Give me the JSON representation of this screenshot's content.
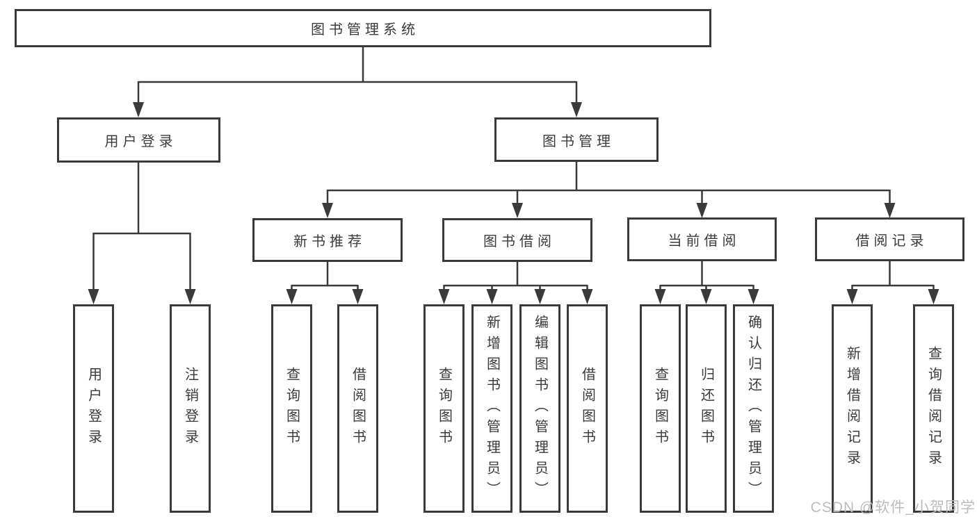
{
  "diagram": {
    "root": {
      "label": "图书管理系统"
    },
    "level1": {
      "user_login": {
        "label": "用户登录"
      },
      "book_management": {
        "label": "图书管理"
      }
    },
    "level2": {
      "new_book_recommend": {
        "label": "新书推荐"
      },
      "book_borrow": {
        "label": "图书借阅"
      },
      "current_borrow": {
        "label": "当前借阅"
      },
      "borrow_records": {
        "label": "借阅记录"
      }
    },
    "level3": {
      "user_login_login": {
        "label": "用户登录"
      },
      "user_login_logout": {
        "label": "注销登录"
      },
      "recommend_query_books": {
        "label": "查询图书"
      },
      "recommend_borrow_books": {
        "label": "借阅图书"
      },
      "borrow_query_books": {
        "label": "查询图书"
      },
      "borrow_add_books": {
        "label": "新增图书（管理员）"
      },
      "borrow_edit_books": {
        "label": "编辑图书（管理员）"
      },
      "borrow_borrow_books": {
        "label": "借阅图书"
      },
      "current_query_books": {
        "label": "查询图书"
      },
      "current_return_books": {
        "label": "归还图书"
      },
      "current_confirm_return": {
        "label": "确认归还（管理员）"
      },
      "records_add_record": {
        "label": "新增借阅记录"
      },
      "records_query_record": {
        "label": "查询借阅记录"
      }
    }
  },
  "watermark": {
    "label": "CSDN @软件_小贺同学"
  },
  "colors": {
    "line": "#3a3a3a",
    "text": "#3b3b3b",
    "watermark": "#bcbcbc",
    "background": "#ffffff"
  }
}
